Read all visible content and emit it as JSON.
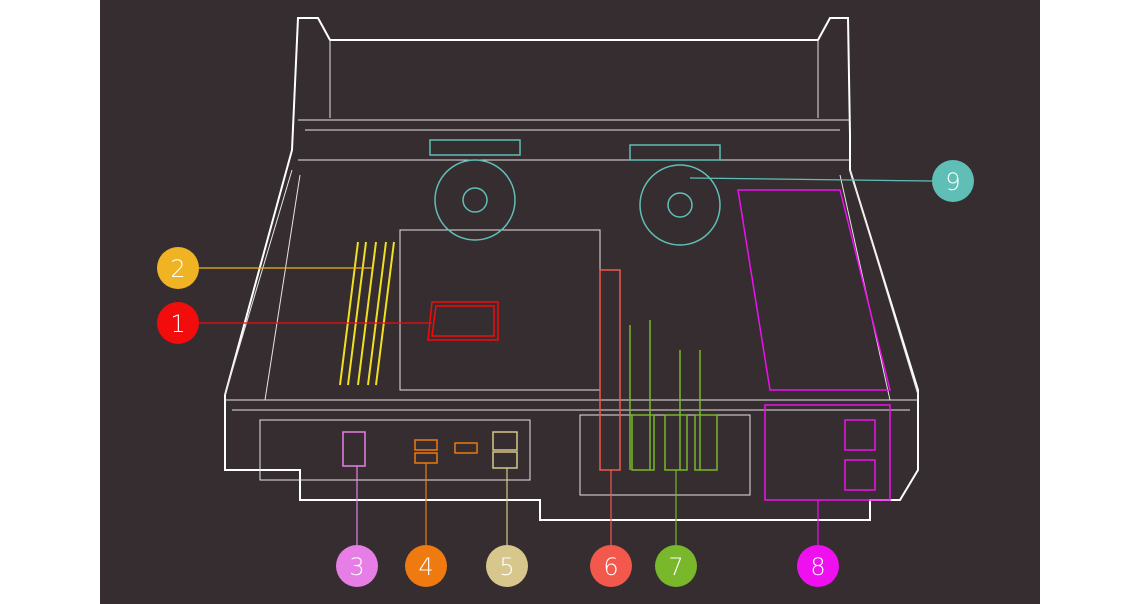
{
  "diagram": {
    "callouts": [
      {
        "label": "1",
        "color": "#f20c0c",
        "component": "cpu"
      },
      {
        "label": "2",
        "color": "#f0b323",
        "component": "memory"
      },
      {
        "label": "3",
        "color": "#e67ee6",
        "component": "port-3"
      },
      {
        "label": "4",
        "color": "#ee7a10",
        "component": "usb-ports"
      },
      {
        "label": "5",
        "color": "#d8c78c",
        "component": "lan-ports"
      },
      {
        "label": "6",
        "color": "#f2584c",
        "component": "slot-6"
      },
      {
        "label": "7",
        "color": "#78b82a",
        "component": "pcie-slots"
      },
      {
        "label": "8",
        "color": "#ee10ee",
        "component": "power-supply"
      },
      {
        "label": "9",
        "color": "#5fbfb7",
        "component": "fans"
      }
    ]
  }
}
